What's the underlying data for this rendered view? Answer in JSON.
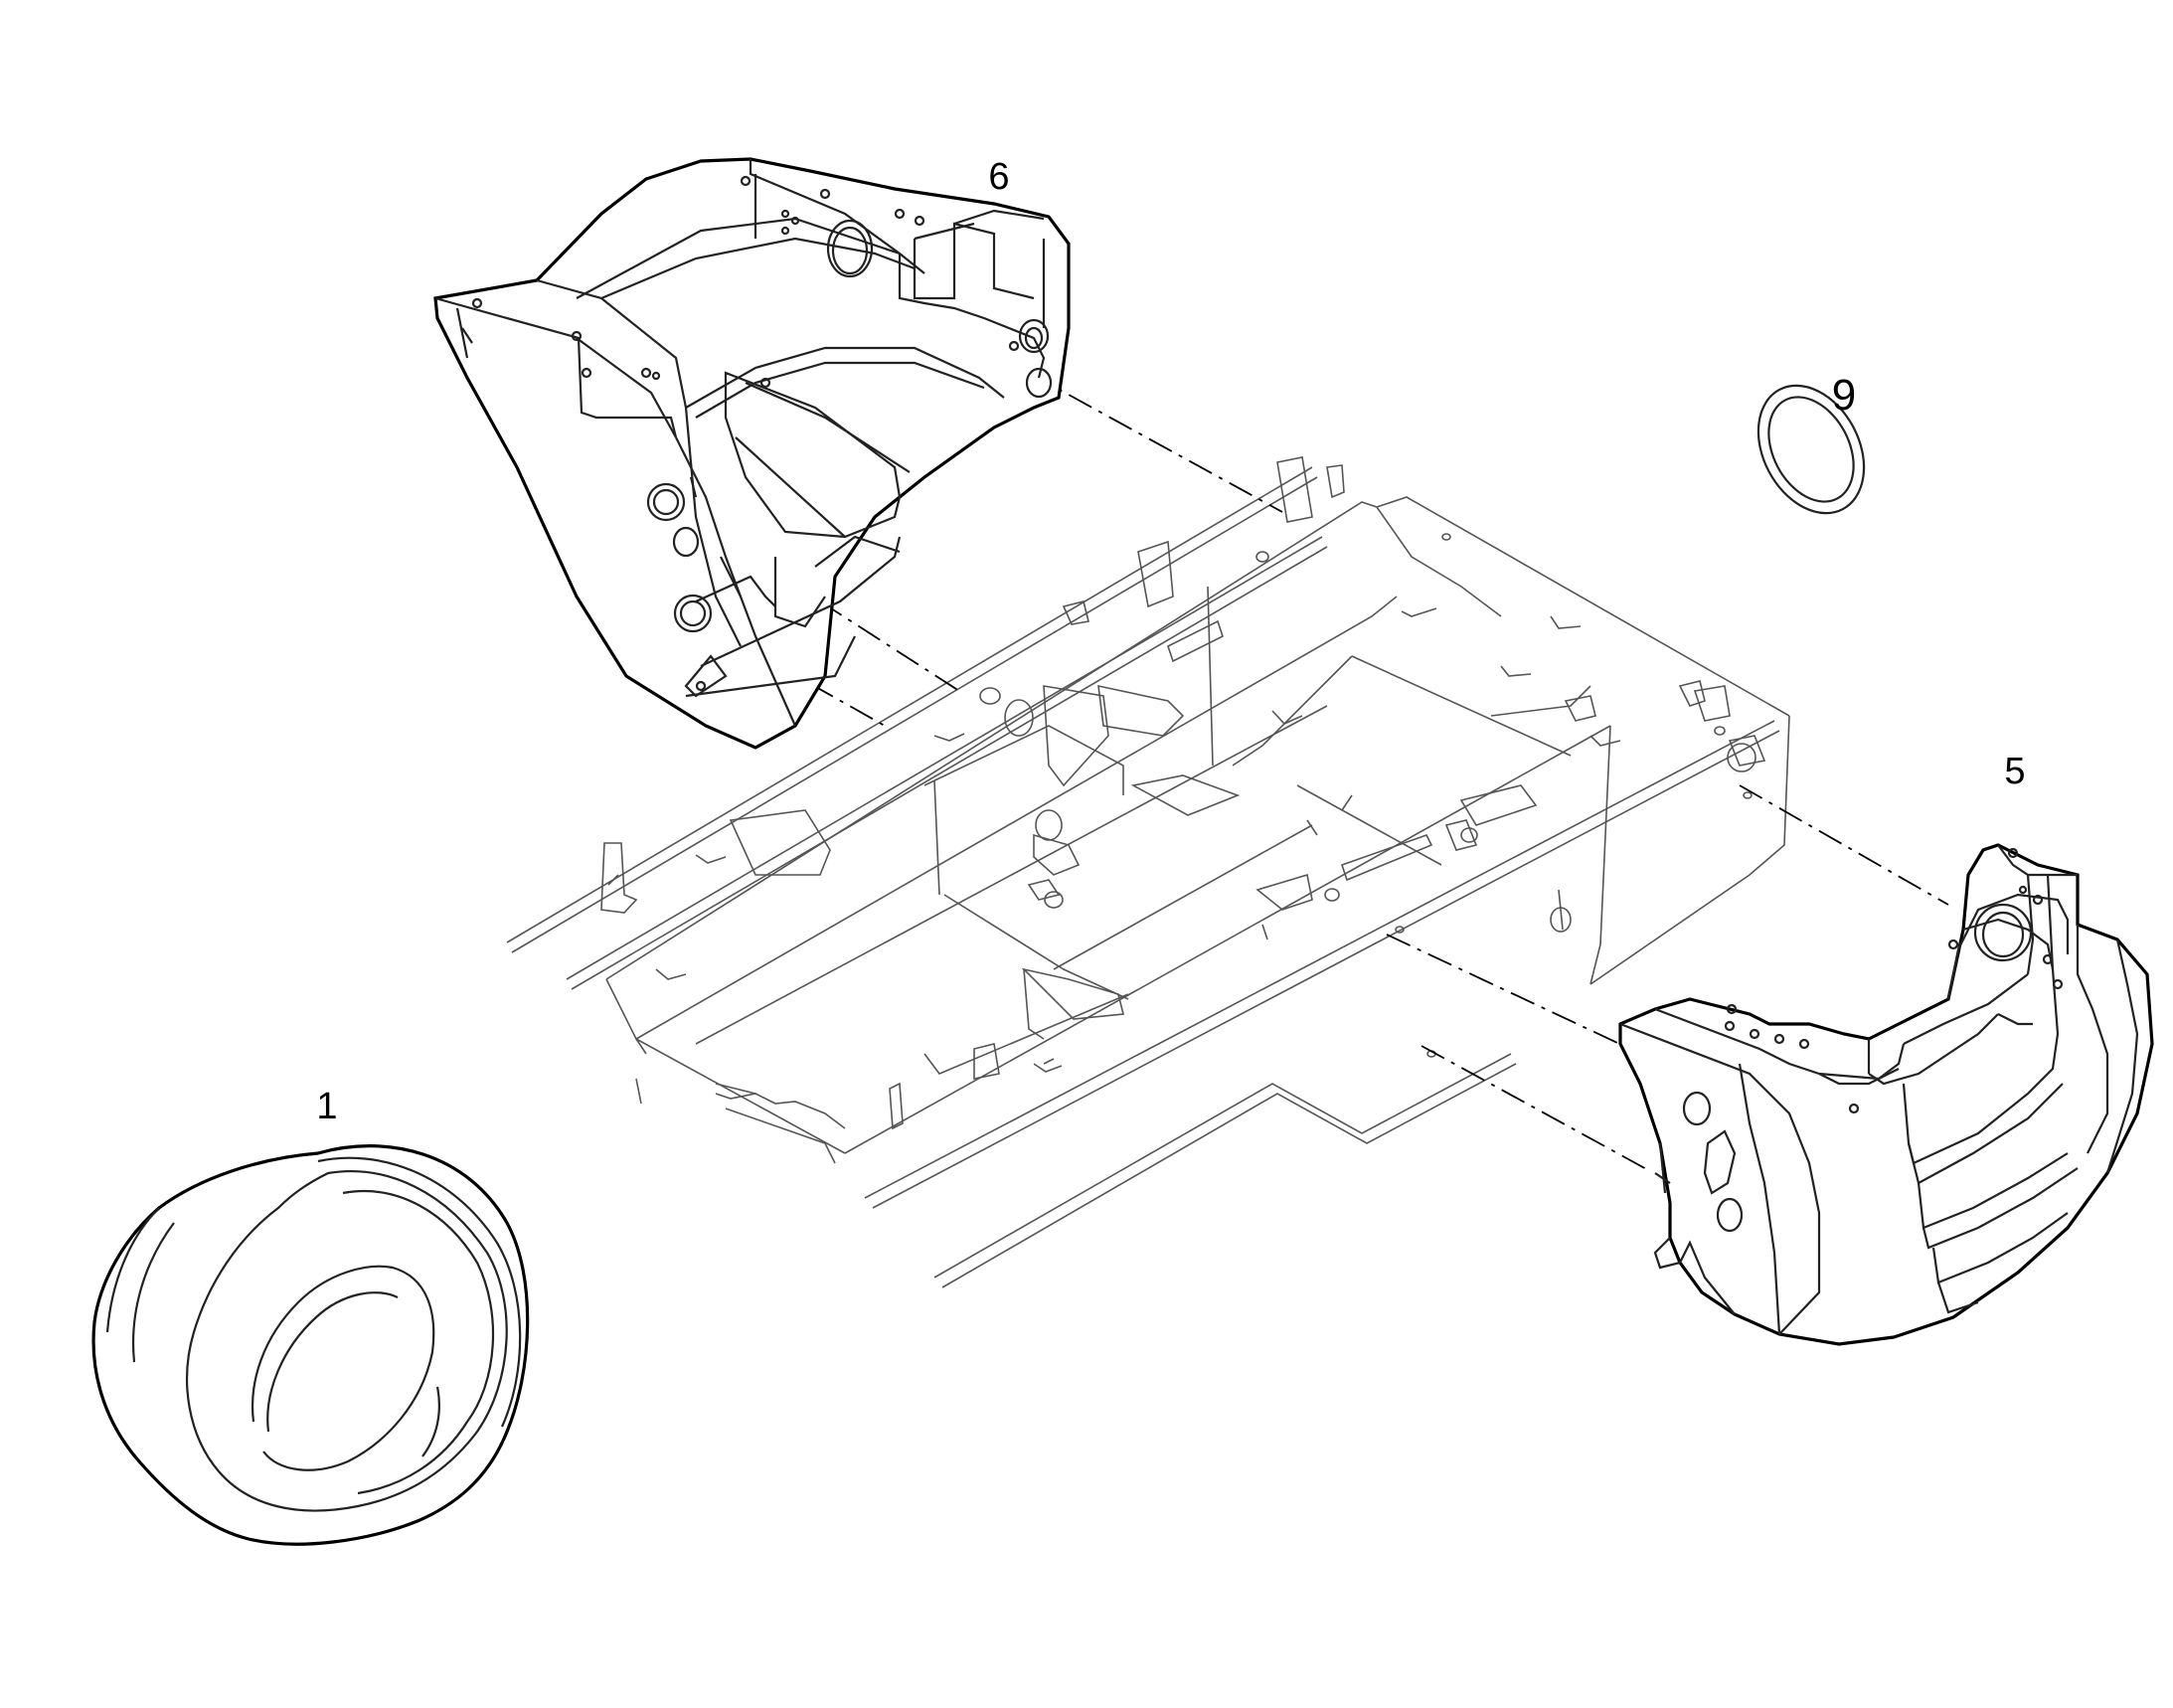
{
  "diagram": {
    "parts": [
      {
        "id": "callout-6",
        "label": "6",
        "name": "front-counterweight-housing"
      },
      {
        "id": "callout-9",
        "label": "9",
        "name": "washer-ring"
      },
      {
        "id": "callout-5",
        "label": "5",
        "name": "rear-bumper"
      },
      {
        "id": "callout-1",
        "label": "1",
        "name": "wheel-tire"
      }
    ],
    "colors": {
      "line": "#000000",
      "frame_line": "#555555",
      "background": "#ffffff"
    }
  }
}
